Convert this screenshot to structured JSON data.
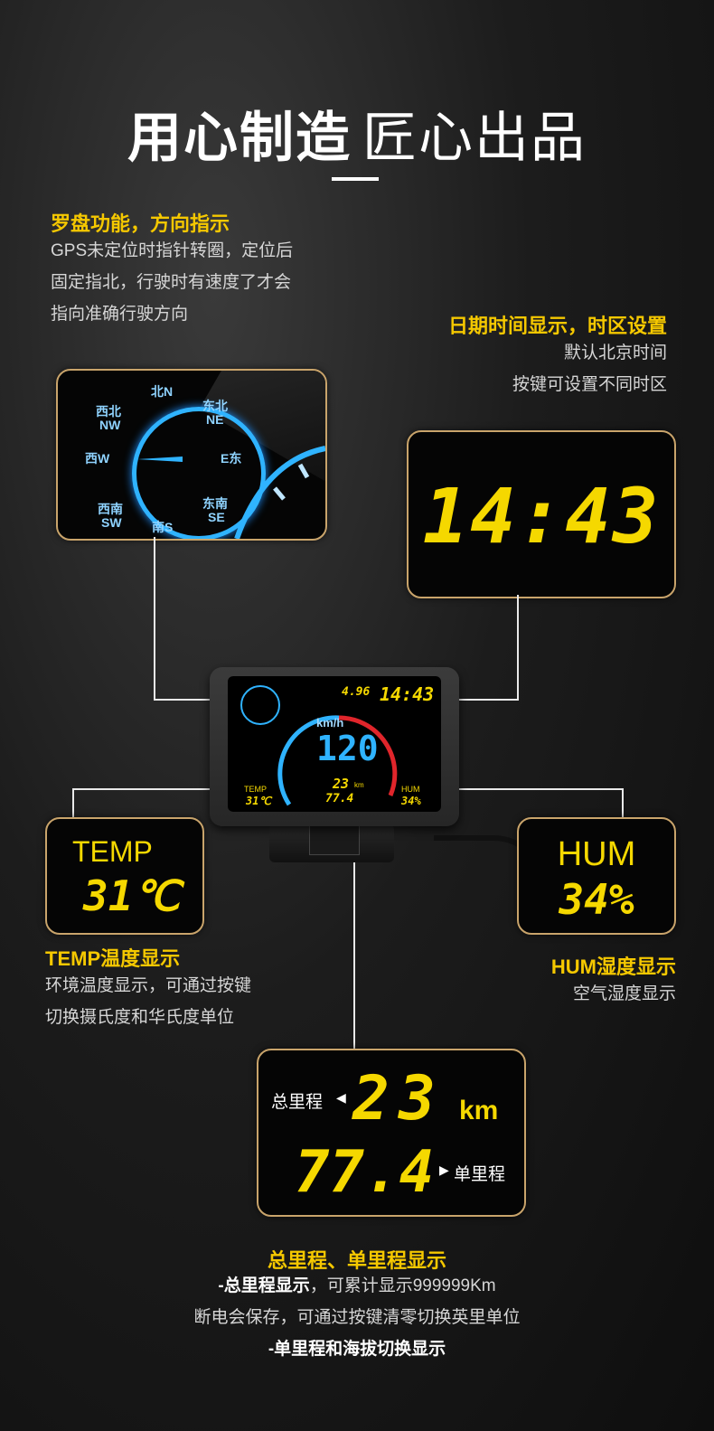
{
  "title": {
    "part1": "用心制造",
    "part2": "匠心出品"
  },
  "compass": {
    "heading": "罗盘功能，方向指示",
    "desc": [
      "GPS未定位时指针转圈，定位后",
      "固定指北，行驶时有速度了才会",
      "指向准确行驶方向"
    ],
    "dirs": {
      "n": "北N",
      "ne_cn": "东北",
      "ne": "NE",
      "e": "E东",
      "se_cn": "东南",
      "se": "SE",
      "s": "南S",
      "sw_cn": "西南",
      "sw": "SW",
      "w": "西W",
      "nw_cn": "西北",
      "nw": "NW"
    }
  },
  "datetime": {
    "heading": "日期时间显示，时区设置",
    "desc": [
      "默认北京时间",
      "按键可设置不同时区"
    ],
    "time": "14:43"
  },
  "device": {
    "date": "4.96",
    "time": "14:43",
    "unit": "km/h",
    "speed": "120",
    "temp_label": "TEMP",
    "temp": "31℃",
    "hum_label": "HUM",
    "hum": "34%",
    "total": "23",
    "total_unit": "km",
    "trip": "77.4"
  },
  "temp": {
    "label": "TEMP",
    "value": "31℃",
    "heading": "TEMP温度显示",
    "desc": [
      "环境温度显示，可通过按键",
      "切换摄氏度和华氏度单位"
    ]
  },
  "hum": {
    "label": "HUM",
    "value": "34%",
    "heading": "HUM湿度显示",
    "desc": [
      "空气湿度显示"
    ]
  },
  "mileage": {
    "total_label": "总里程",
    "total_value": "23",
    "unit": "km",
    "trip_value": "77.4",
    "trip_label": "单里程",
    "heading": "总里程、单里程显示",
    "line1_bold": "-总里程显示",
    "line1_rest": "，可累计显示999999Km",
    "line2": "断电会保存，可通过按键清零切换英里单位",
    "line3_bold": "-单里程和海拔切换显示"
  },
  "colors": {
    "accent": "#f5c800",
    "border": "#c9a46b",
    "blue": "#2fb3ff",
    "red": "#e0252b"
  }
}
